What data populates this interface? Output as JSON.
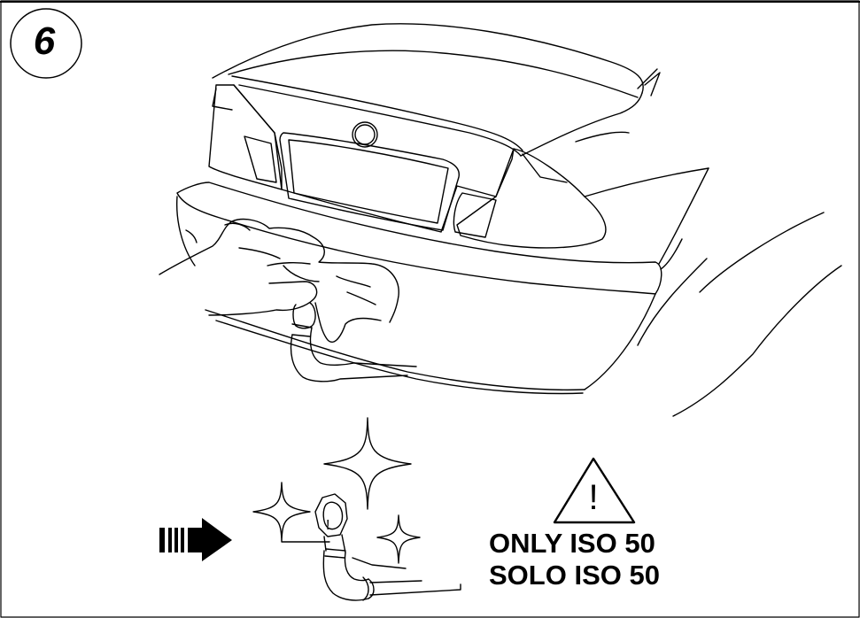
{
  "step": {
    "number": "6"
  },
  "warning": {
    "symbol": "!",
    "line1": "ONLY ISO 50",
    "line2": "SOLO ISO 50"
  },
  "icons": {
    "step_badge": "circle-badge",
    "warning": "warning-triangle-icon",
    "arrow": "direction-arrow-icon",
    "sparkle": "sparkle-icon",
    "tow_ball": "tow-ball-icon"
  },
  "colors": {
    "line": "#000000",
    "background": "#ffffff"
  }
}
